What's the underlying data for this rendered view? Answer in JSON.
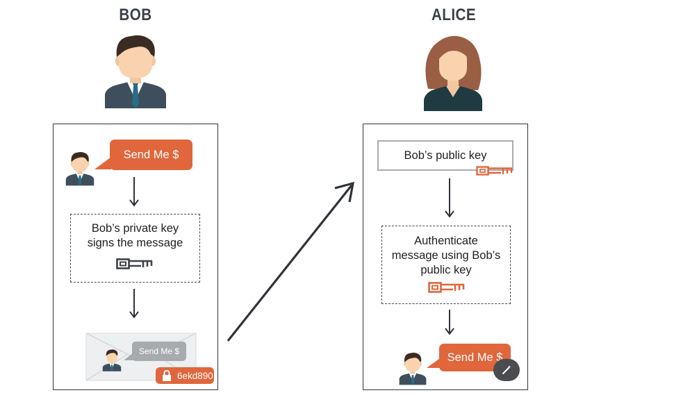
{
  "left": {
    "title": "BOB",
    "bubble": "Send Me $",
    "box_text": [
      "Bob’s private key",
      "signs the message"
    ],
    "envelope_bubble": "Send Me $",
    "signature": "6ekd890"
  },
  "right": {
    "title": "ALICE",
    "public_key_label": "Bob’s public key",
    "box_text": [
      "Authenticate",
      "message using Bob’s",
      "public key"
    ],
    "bubble": "Send Me $"
  },
  "colors": {
    "accent": "#e0663c",
    "dark": "#2f3338",
    "key_dark": "#3c4148",
    "key_orange": "#e0663c"
  },
  "icons": [
    "bob-avatar-icon",
    "alice-avatar-icon",
    "key-icon",
    "lock-icon",
    "arrow-icon",
    "envelope-icon",
    "magic-wand-icon"
  ]
}
